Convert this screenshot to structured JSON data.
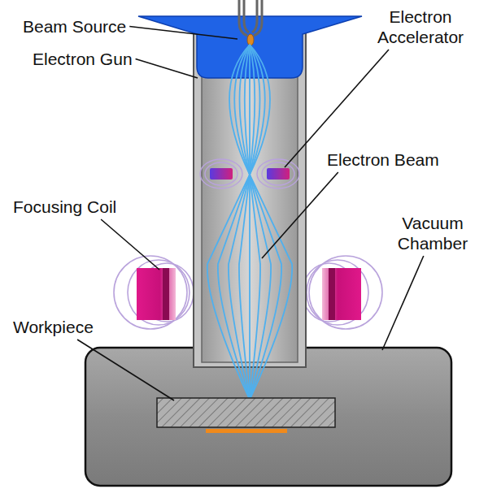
{
  "diagram": {
    "labels": [
      "Beam Source",
      "Electron Gun",
      "Electron Accelerator",
      "Electron Beam",
      "Focusing Coil",
      "Vacuum Chamber",
      "Workpiece"
    ]
  }
}
